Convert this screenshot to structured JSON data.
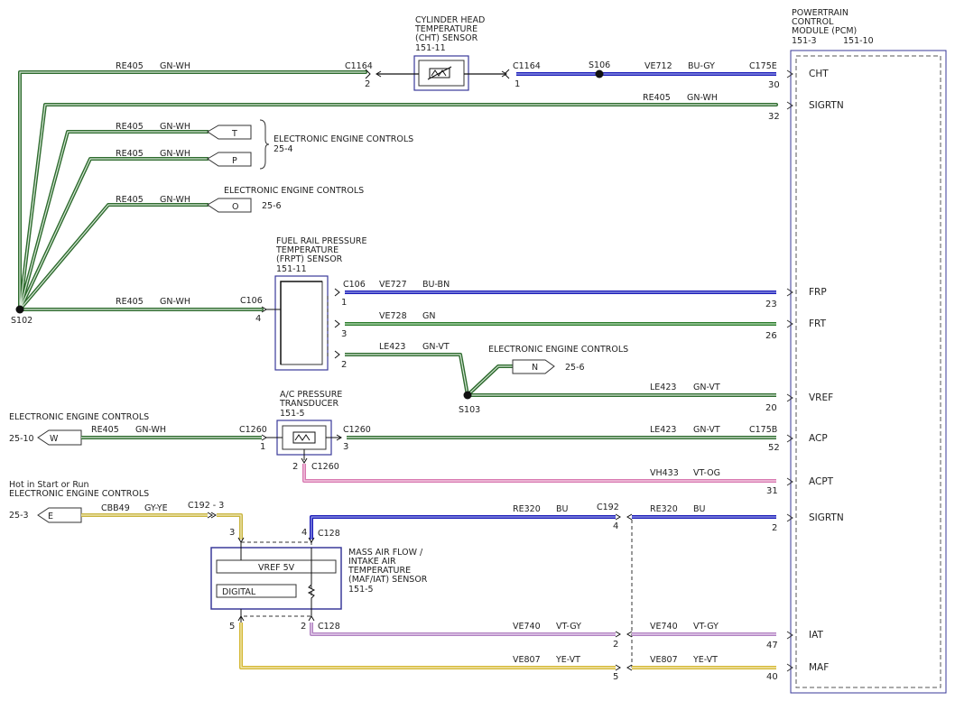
{
  "colors": {
    "gn_wh": "#2e6b2e",
    "gn_wh_light": "#cfe3cf",
    "bu": "#1a1ab8",
    "gn": "#2a7a2a",
    "vt_og": "#d878b0",
    "vt_gy": "#b080c0",
    "ye_vt": "#d4b834",
    "gy_ye": "#c8b440",
    "box_border": "#3a3a9a"
  },
  "pcm": {
    "title1": "POWERTRAIN",
    "title2": "CONTROL",
    "title3": "MODULE (PCM)",
    "ref1": "151-3",
    "ref2": "151-10",
    "pins": [
      {
        "label": "CHT",
        "num": "30"
      },
      {
        "label": "SIGRTN",
        "num": "32"
      },
      {
        "label": "FRP",
        "num": "23"
      },
      {
        "label": "FRT",
        "num": "26"
      },
      {
        "label": "VREF",
        "num": "20"
      },
      {
        "label": "ACP",
        "num": "52"
      },
      {
        "label": "ACPT",
        "num": "31"
      },
      {
        "label": "SIGRTN",
        "num": "2"
      },
      {
        "label": "IAT",
        "num": "47"
      },
      {
        "label": "MAF",
        "num": "40"
      }
    ]
  },
  "cht": {
    "t1": "CYLINDER HEAD",
    "t2": "TEMPERATURE",
    "t3": "(CHT) SENSOR",
    "ref": "151-11",
    "conn_l": "C1164",
    "pin_l": "2",
    "conn_r": "C1164",
    "pin_r": "1",
    "splice": "S106",
    "circuit": "VE712",
    "color": "BU-GY",
    "conn_pcm": "C175E"
  },
  "re405": {
    "circuit": "RE405",
    "color": "GN-WH"
  },
  "eec": {
    "label": "ELECTRONIC ENGINE CONTROLS",
    "ref_254": "25-4",
    "ref_256": "25-6",
    "ref_2510": "25-10",
    "ref_253": "25-3",
    "tag_t": "T",
    "tag_p": "P",
    "tag_o": "O",
    "tag_n": "N",
    "tag_w": "W",
    "tag_e": "E"
  },
  "s102": "S102",
  "s103": "S103",
  "frpt": {
    "t1": "FUEL RAIL PRESSURE",
    "t2": "TEMPERATURE",
    "t3": "(FRPT) SENSOR",
    "ref": "151-11",
    "conn": "C106",
    "pin4": "4",
    "pin1": "1",
    "pin3": "3",
    "pin2": "2",
    "w1_circ": "VE727",
    "w1_col": "BU-BN",
    "w2_circ": "VE728",
    "w2_col": "GN",
    "w3_circ": "LE423",
    "w3_col": "GN-VT"
  },
  "vref_wire": {
    "circuit": "LE423",
    "color": "GN-VT"
  },
  "acp": {
    "t1": "A/C PRESSURE",
    "t2": "TRANSDUCER",
    "ref": "151-5",
    "conn": "C1260",
    "pin1": "1",
    "pin3": "3",
    "pin2": "2",
    "acp_circ": "LE423",
    "acp_col": "GN-VT",
    "acp_conn": "C175B",
    "acpt_circ": "VH433",
    "acpt_col": "VT-OG"
  },
  "maf": {
    "hot": "Hot in Start or Run",
    "t1": "MASS AIR FLOW /",
    "t2": "INTAKE AIR",
    "t3": "TEMPERATURE",
    "t4": "(MAF/IAT) SENSOR",
    "ref": "151-5",
    "vref": "VREF 5V",
    "digital": "DIGITAL",
    "conn_c192": "C192 - 3",
    "cbb_circ": "CBB49",
    "cbb_col": "GY-YE",
    "c128": "C128",
    "pin3": "3",
    "pin4": "4",
    "pin5": "5",
    "pin2": "2",
    "sig_circ": "RE320",
    "sig_col": "BU",
    "c192": "C192",
    "iat_circ": "VE740",
    "iat_col": "VT-GY",
    "maf_circ": "VE807",
    "maf_col": "YE-VT",
    "pin_c192_4": "4",
    "pin_c192_2": "2",
    "pin_c192_5": "5"
  }
}
